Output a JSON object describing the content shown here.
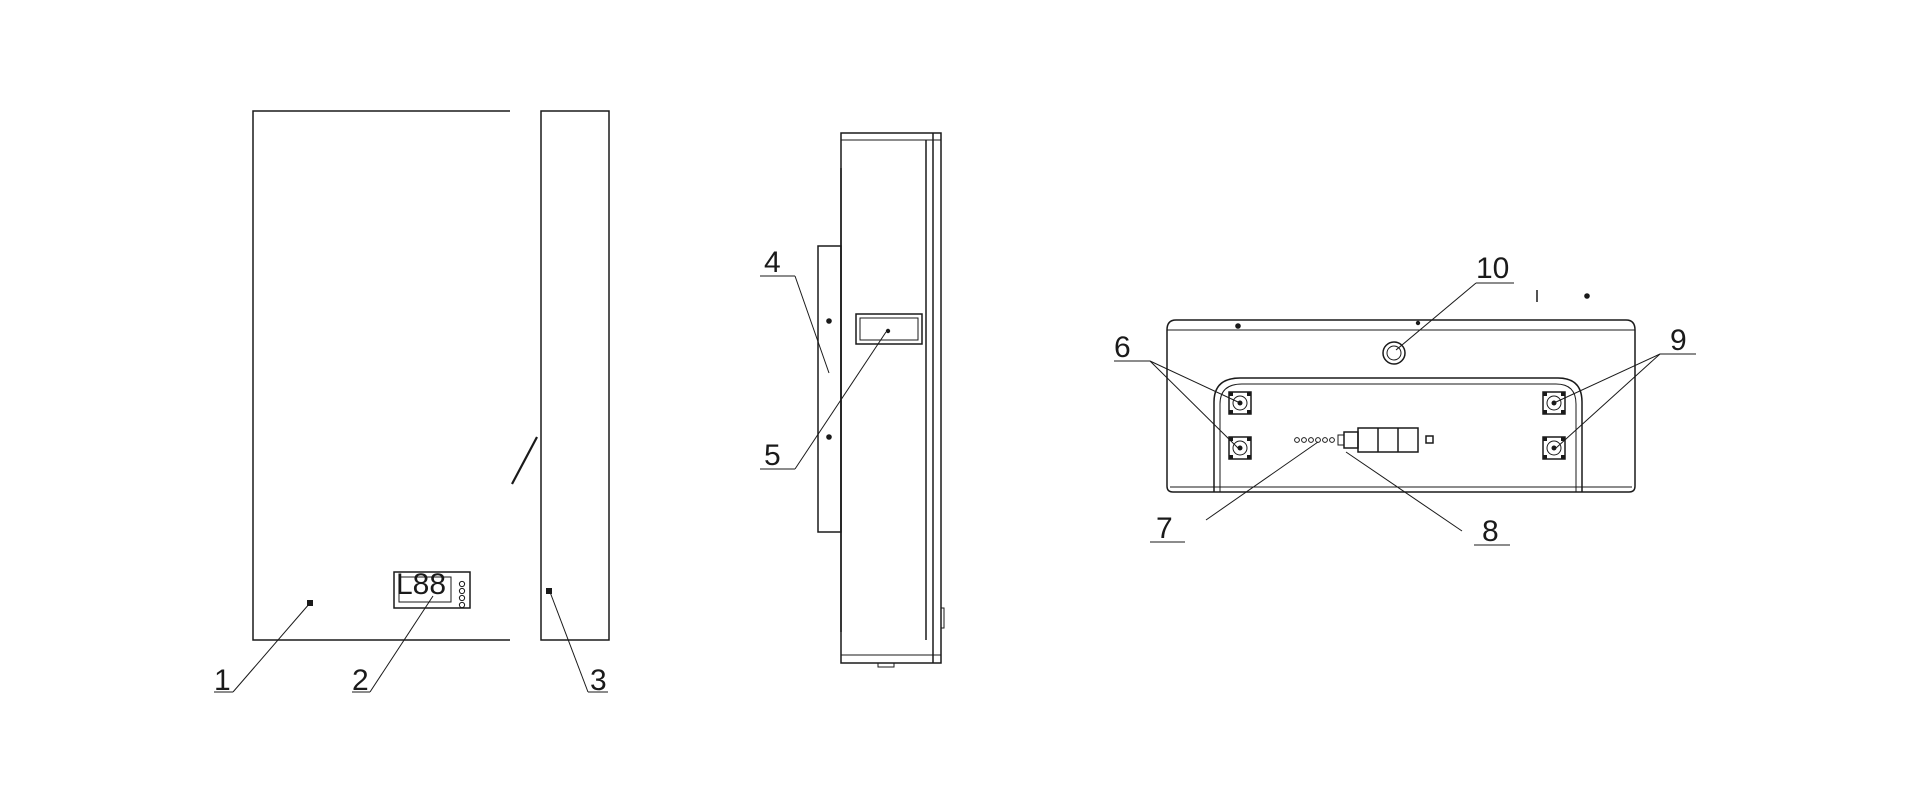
{
  "callouts": [
    {
      "id": "1",
      "label": "1"
    },
    {
      "id": "2",
      "label": "2"
    },
    {
      "id": "3",
      "label": "3"
    },
    {
      "id": "4",
      "label": "4"
    },
    {
      "id": "5",
      "label": "5"
    },
    {
      "id": "6",
      "label": "6"
    },
    {
      "id": "7",
      "label": "7"
    },
    {
      "id": "8",
      "label": "8"
    },
    {
      "id": "9",
      "label": "9"
    },
    {
      "id": "10",
      "label": "10"
    }
  ],
  "views": [
    "front",
    "side",
    "bottom"
  ],
  "display": {
    "text": "L88"
  },
  "colors": {
    "line": "#1a1a1a",
    "background": "#ffffff"
  }
}
